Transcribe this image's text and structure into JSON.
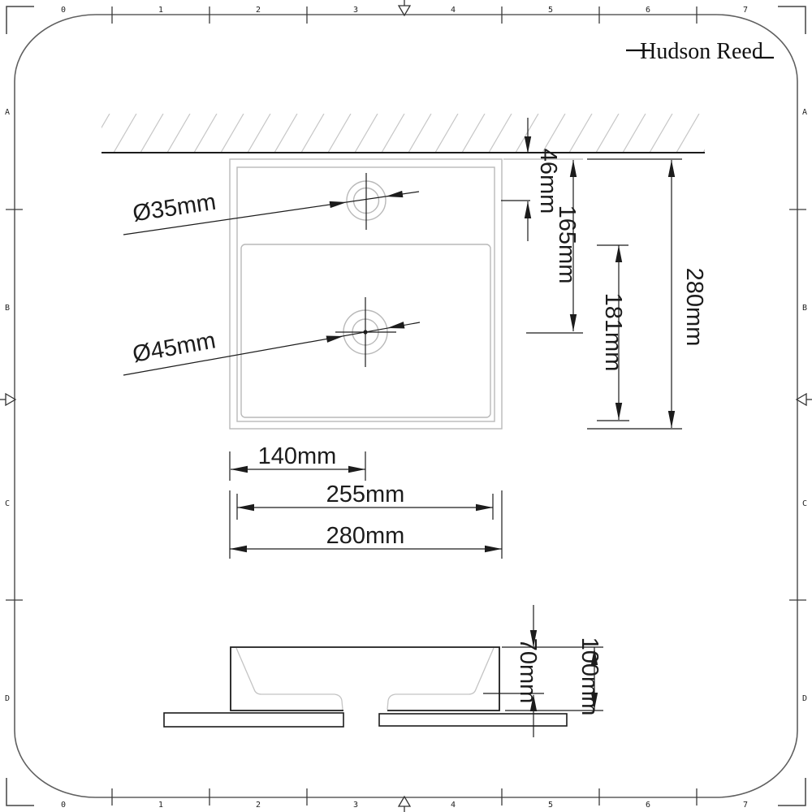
{
  "brand": {
    "name": "Hudson Reed"
  },
  "rulers": {
    "columns": [
      "0",
      "1",
      "2",
      "3",
      "4",
      "5",
      "6",
      "7"
    ],
    "rows": [
      "A",
      "B",
      "C",
      "D"
    ]
  },
  "plan_view": {
    "tap_hole_diameter": "Ø35mm",
    "waste_hole_diameter": "Ø45mm",
    "wall_to_tap_centre": "46mm",
    "edge_to_waste_centre": "165mm",
    "bowl_internal_depth": "181mm",
    "overall_depth": "280mm",
    "edge_to_centre_width": "140mm",
    "internal_width": "255mm",
    "overall_width": "280mm"
  },
  "side_view": {
    "bowl_depth": "70mm",
    "overall_height": "100mm"
  },
  "colors": {
    "ink": "#1c1c1c",
    "faint": "#b9b9b9",
    "border": "#5f5f5f"
  }
}
